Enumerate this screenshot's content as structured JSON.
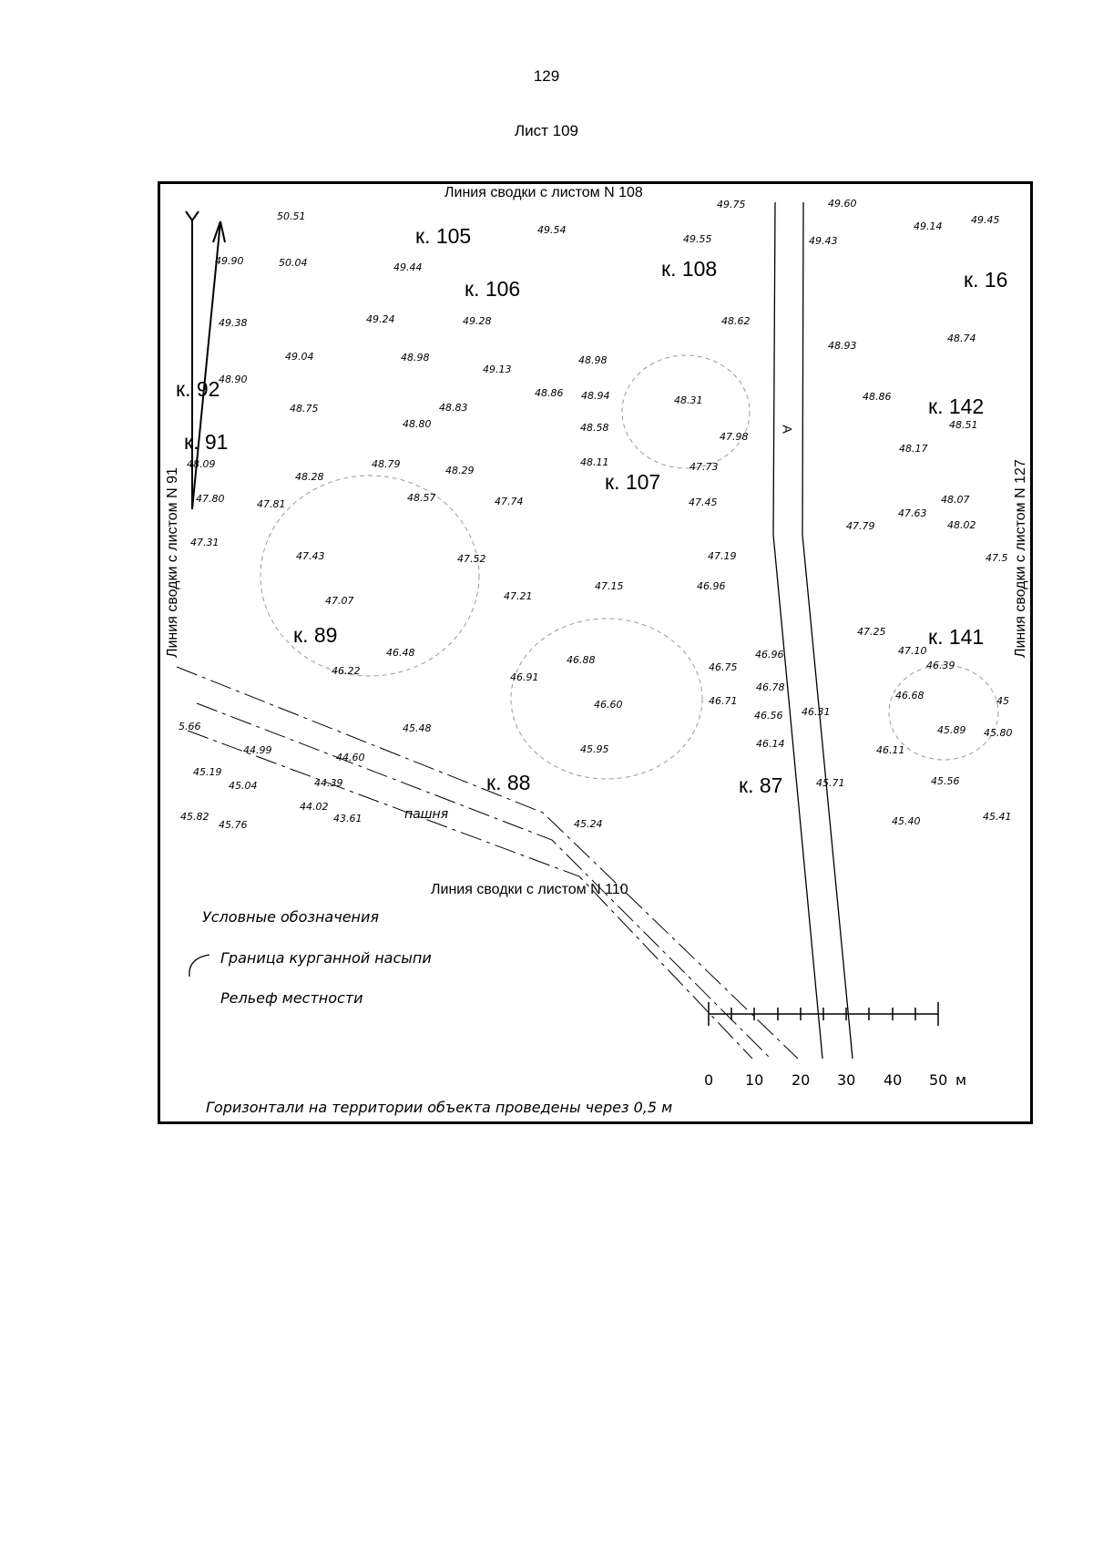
{
  "page_number": "129",
  "sheet_title": "Лист 109",
  "edges": {
    "top": "Линия сводки с листом N 108",
    "bottom": "Линия сводки с листом N 110",
    "left": "Линия сводки с листом N 91",
    "right": "Линия сводки с листом N 127"
  },
  "kurgans": [
    "к. 105",
    "к. 106",
    "к. 108",
    "к. 16",
    "к. 92",
    "к. 91",
    "к. 142",
    "к. 107",
    "к. 89",
    "к. 141",
    "к. 88",
    "к. 87"
  ],
  "spot_heights": [
    "50.51",
    "49.90",
    "50.04",
    "49.44",
    "49.54",
    "49.55",
    "49.75",
    "49.60",
    "49.43",
    "49.14",
    "49.45",
    "49.38",
    "49.24",
    "49.28",
    "48.62",
    "48.93",
    "48.74",
    "49.04",
    "48.98",
    "48.98",
    "49.13",
    "48.90",
    "48.86",
    "48.94",
    "48.31",
    "48.86",
    "48.75",
    "48.83",
    "48.80",
    "48.58",
    "47.98",
    "48.51",
    "48.17",
    "48.09",
    "48.79",
    "48.29",
    "48.11",
    "47.73",
    "48.28",
    "47.80",
    "47.81",
    "48.57",
    "47.74",
    "47.45",
    "48.07",
    "47.63",
    "47.79",
    "48.02",
    "47.31",
    "47.43",
    "47.52",
    "47.19",
    "47.5",
    "47.15",
    "46.96",
    "47.07",
    "47.21",
    "47.25",
    "47.10",
    "46.48",
    "46.96",
    "46.39",
    "46.22",
    "46.88",
    "46.75",
    "46.91",
    "46.78",
    "46.71",
    "46.68",
    "46.60",
    "46.56",
    "46.31",
    "5.66",
    "45.48",
    "45.89",
    "45.80",
    "45.95",
    "44.99",
    "46.14",
    "46.11",
    "44.60",
    "45.19",
    "44.39",
    "45.04",
    "45.71",
    "45.56",
    "44.02",
    "45.82",
    "43.61",
    "45.76",
    "45.24",
    "45.40",
    "45.41",
    "45"
  ],
  "field_label": "пашня",
  "road_marker": "А",
  "legend": {
    "title": "Условные обозначения",
    "mound": "Граница курганной насыпи",
    "relief": "Рельеф местности",
    "contours": "Горизонтали на территории объекта проведены через 0,5 м"
  },
  "scale": {
    "ticks": [
      "0",
      "10",
      "20",
      "30",
      "40",
      "50"
    ],
    "unit": "м"
  }
}
